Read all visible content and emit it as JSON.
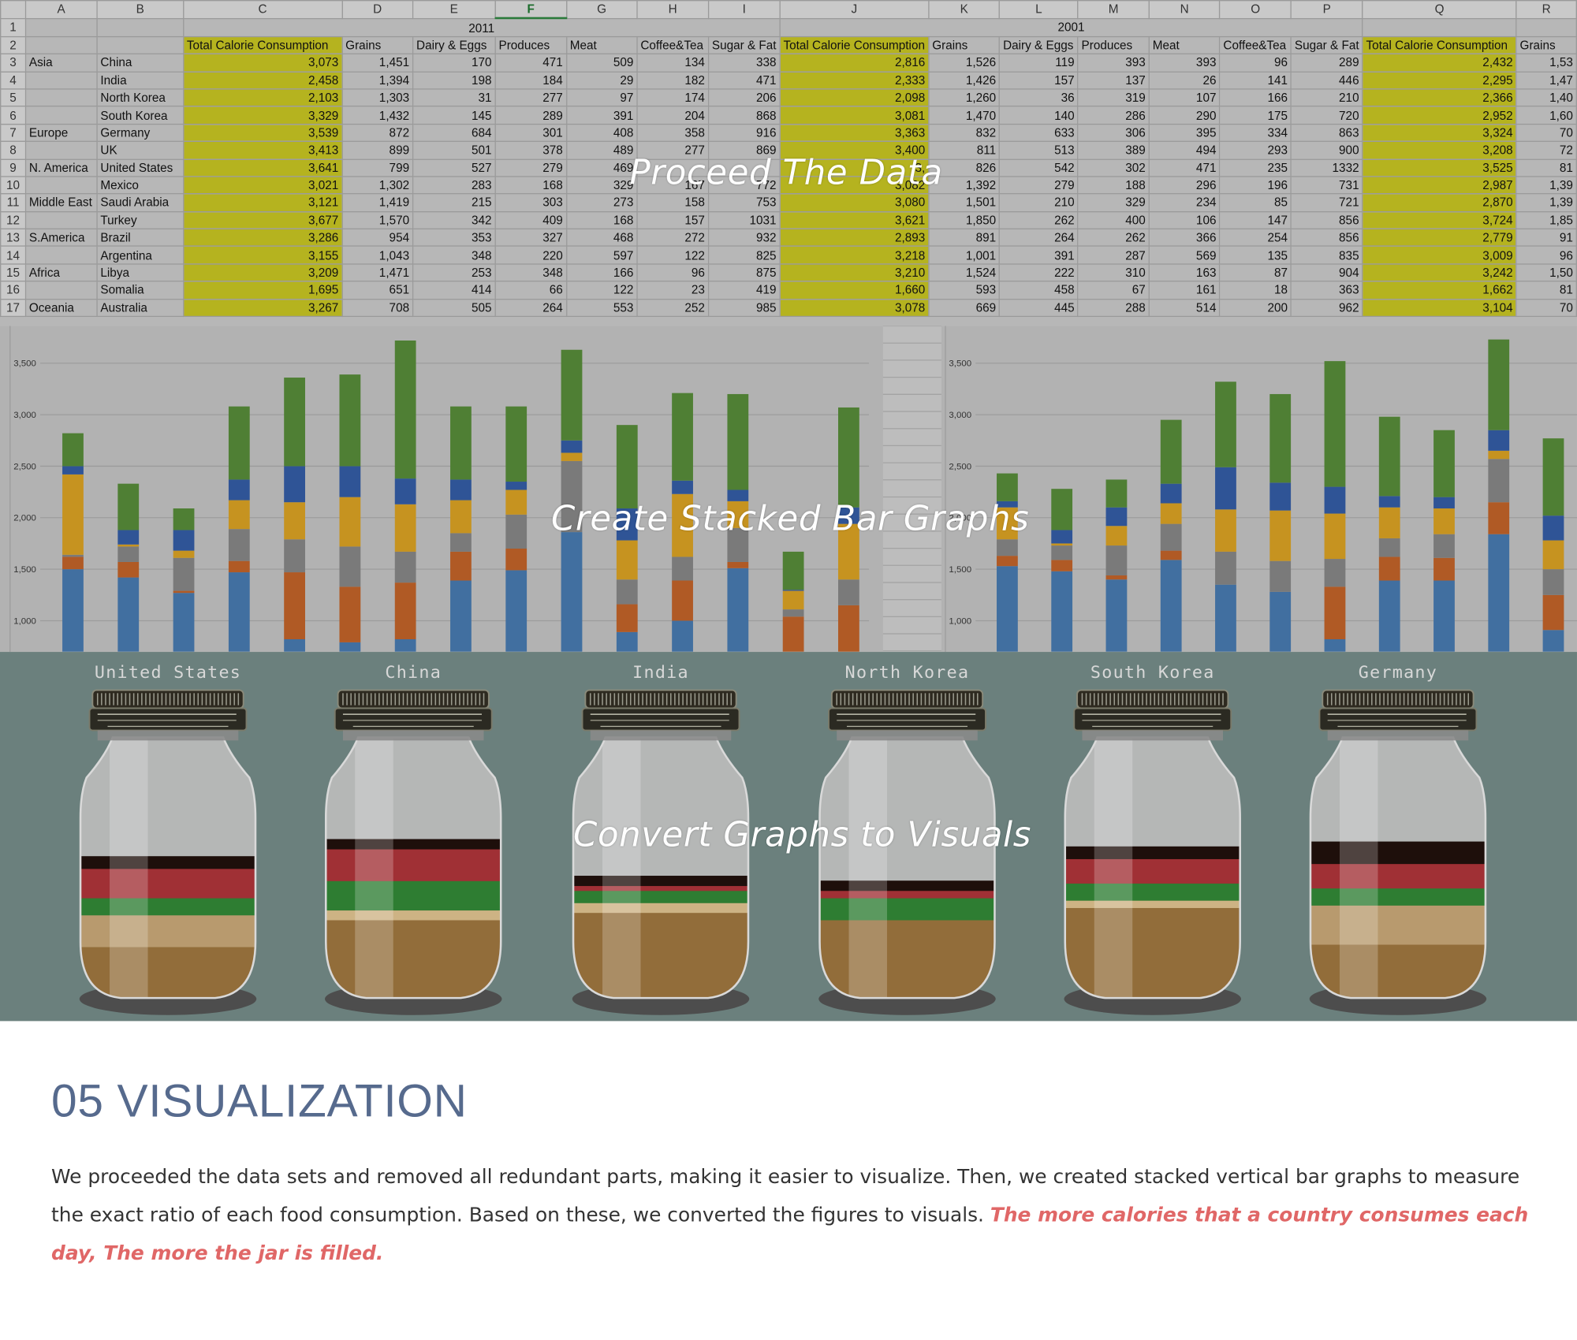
{
  "spreadsheet": {
    "columns": [
      "",
      "A",
      "B",
      "C",
      "D",
      "E",
      "F",
      "G",
      "H",
      "I",
      "J",
      "K",
      "L",
      "M",
      "N",
      "O",
      "P",
      "Q",
      "R"
    ],
    "active_column": "F",
    "years": [
      "2011",
      "2001"
    ],
    "header_cols": [
      "Total Calorie Consumption",
      "Grains",
      "Dairy & Eggs",
      "Produces",
      "Meat",
      "Coffee&Tea",
      "Sugar & Fat",
      "Total Calorie Consumption",
      "Grains",
      "Dairy & Eggs",
      "Produces",
      "Meat",
      "Coffee&Tea",
      "Sugar & Fat",
      "Total Calorie Consumption",
      "Grains"
    ],
    "rows": [
      {
        "n": "3",
        "region": "Asia",
        "country": "China",
        "v": [
          "3,073",
          "1,451",
          "170",
          "471",
          "509",
          "134",
          "338",
          "2,816",
          "1,526",
          "119",
          "393",
          "393",
          "96",
          "289",
          "2,432",
          "1,53"
        ]
      },
      {
        "n": "4",
        "region": "",
        "country": "India",
        "v": [
          "2,458",
          "1,394",
          "198",
          "184",
          "29",
          "182",
          "471",
          "2,333",
          "1,426",
          "157",
          "137",
          "26",
          "141",
          "446",
          "2,295",
          "1,47"
        ]
      },
      {
        "n": "5",
        "region": "",
        "country": "North Korea",
        "v": [
          "2,103",
          "1,303",
          "31",
          "277",
          "97",
          "174",
          "206",
          "2,098",
          "1,260",
          "36",
          "319",
          "107",
          "166",
          "210",
          "2,366",
          "1,40"
        ]
      },
      {
        "n": "6",
        "region": "",
        "country": "South Korea",
        "v": [
          "3,329",
          "1,432",
          "145",
          "289",
          "391",
          "204",
          "868",
          "3,081",
          "1,470",
          "140",
          "286",
          "290",
          "175",
          "720",
          "2,952",
          "1,60"
        ]
      },
      {
        "n": "7",
        "region": "Europe",
        "country": "Germany",
        "v": [
          "3,539",
          "872",
          "684",
          "301",
          "408",
          "358",
          "916",
          "3,363",
          "832",
          "633",
          "306",
          "395",
          "334",
          "863",
          "3,324",
          "70"
        ]
      },
      {
        "n": "8",
        "region": "",
        "country": "UK",
        "v": [
          "3,413",
          "899",
          "501",
          "378",
          "489",
          "277",
          "869",
          "3,400",
          "811",
          "513",
          "389",
          "494",
          "293",
          "900",
          "3,208",
          "72"
        ]
      },
      {
        "n": "9",
        "region": "N. America",
        "country": "United States",
        "v": [
          "3,641",
          "799",
          "527",
          "279",
          "469",
          "",
          "",
          "3,",
          "826",
          "542",
          "302",
          "471",
          "235",
          "1332",
          "3,525",
          "81"
        ]
      },
      {
        "n": "10",
        "region": "",
        "country": "Mexico",
        "v": [
          "3,021",
          "1,302",
          "283",
          "168",
          "329",
          "167",
          "772",
          "3,082",
          "1,392",
          "279",
          "188",
          "296",
          "196",
          "731",
          "2,987",
          "1,39"
        ]
      },
      {
        "n": "11",
        "region": "Middle East",
        "country": "Saudi Arabia",
        "v": [
          "3,121",
          "1,419",
          "215",
          "303",
          "273",
          "158",
          "753",
          "3,080",
          "1,501",
          "210",
          "329",
          "234",
          "85",
          "721",
          "2,870",
          "1,39"
        ]
      },
      {
        "n": "12",
        "region": "",
        "country": "Turkey",
        "v": [
          "3,677",
          "1,570",
          "342",
          "409",
          "168",
          "157",
          "1031",
          "3,621",
          "1,850",
          "262",
          "400",
          "106",
          "147",
          "856",
          "3,724",
          "1,85"
        ]
      },
      {
        "n": "13",
        "region": "S.America",
        "country": "Brazil",
        "v": [
          "3,286",
          "954",
          "353",
          "327",
          "468",
          "272",
          "932",
          "2,893",
          "891",
          "264",
          "262",
          "366",
          "254",
          "856",
          "2,779",
          "91"
        ]
      },
      {
        "n": "14",
        "region": "",
        "country": "Argentina",
        "v": [
          "3,155",
          "1,043",
          "348",
          "220",
          "597",
          "122",
          "825",
          "3,218",
          "1,001",
          "391",
          "287",
          "569",
          "135",
          "835",
          "3,009",
          "96"
        ]
      },
      {
        "n": "15",
        "region": "Africa",
        "country": "Libya",
        "v": [
          "3,209",
          "1,471",
          "253",
          "348",
          "166",
          "96",
          "875",
          "3,210",
          "1,524",
          "222",
          "310",
          "163",
          "87",
          "904",
          "3,242",
          "1,50"
        ]
      },
      {
        "n": "16",
        "region": "",
        "country": "Somalia",
        "v": [
          "1,695",
          "651",
          "414",
          "66",
          "122",
          "23",
          "419",
          "1,660",
          "593",
          "458",
          "67",
          "161",
          "18",
          "363",
          "1,662",
          "81"
        ]
      },
      {
        "n": "17",
        "region": "Oceania",
        "country": "Australia",
        "v": [
          "3,267",
          "708",
          "505",
          "264",
          "553",
          "252",
          "985",
          "3,078",
          "669",
          "445",
          "288",
          "514",
          "200",
          "962",
          "3,104",
          "70"
        ]
      }
    ]
  },
  "overlays": {
    "proceed": "Proceed The Data",
    "stacked": "Create Stacked Bar Graphs",
    "convert": "Convert Graphs to Visuals"
  },
  "chart_data": [
    {
      "type": "bar",
      "stacked": true,
      "ylim": [
        750,
        3800
      ],
      "yticks": [
        "1,000",
        "1,500",
        "2,000",
        "2,500",
        "3,000",
        "3,500"
      ],
      "grid": true,
      "colors": [
        "#416fa0",
        "#b05a25",
        "#7a7a7a",
        "#c69320",
        "#2f5496",
        "#4f7f34"
      ],
      "stacks": [
        [
          1500,
          1620,
          1640,
          2420,
          2500,
          2820
        ],
        [
          1420,
          1570,
          1720,
          1740,
          1880,
          2330
        ],
        [
          1270,
          1290,
          1610,
          1680,
          1880,
          2090
        ],
        [
          1470,
          1580,
          1890,
          2170,
          2370,
          3080
        ],
        [
          820,
          1470,
          1790,
          2150,
          2500,
          3360
        ],
        [
          790,
          1330,
          1720,
          2200,
          2500,
          3390
        ],
        [
          820,
          1370,
          1670,
          2130,
          2380,
          3720
        ],
        [
          1390,
          1670,
          1850,
          2170,
          2370,
          3080
        ],
        [
          1490,
          1700,
          2030,
          2270,
          2350,
          3080
        ],
        [
          1860,
          1860,
          2550,
          2630,
          2750,
          3630
        ],
        [
          890,
          1160,
          1400,
          1780,
          2090,
          2900
        ],
        [
          1000,
          1390,
          1620,
          2230,
          2360,
          3210
        ],
        [
          1510,
          1570,
          1900,
          2160,
          2270,
          3200
        ],
        [
          580,
          1040,
          1110,
          1290,
          1300,
          1670
        ],
        [
          690,
          1150,
          1400,
          1940,
          2100,
          3070
        ]
      ]
    },
    {
      "type": "bar",
      "stacked": true,
      "ylim": [
        750,
        3800
      ],
      "yticks": [
        "1,000",
        "1,500",
        "2,000",
        "2,500",
        "3,000",
        "3,500"
      ],
      "grid": true,
      "colors": [
        "#416fa0",
        "#b05a25",
        "#7a7a7a",
        "#c69320",
        "#2f5496",
        "#4f7f34"
      ],
      "stacks": [
        [
          1530,
          1630,
          1790,
          2100,
          2160,
          2430
        ],
        [
          1480,
          1590,
          1730,
          1750,
          1880,
          2280
        ],
        [
          1400,
          1440,
          1730,
          1920,
          2100,
          2370
        ],
        [
          1590,
          1680,
          1940,
          2140,
          2330,
          2950
        ],
        [
          1350,
          1350,
          1670,
          2080,
          2490,
          3320
        ],
        [
          1280,
          1280,
          1580,
          2070,
          2340,
          3200
        ],
        [
          820,
          1330,
          1600,
          2040,
          2300,
          3520
        ],
        [
          1390,
          1620,
          1800,
          2100,
          2210,
          2980
        ],
        [
          1390,
          1610,
          1840,
          2090,
          2200,
          2850
        ],
        [
          1840,
          2150,
          2570,
          2650,
          2850,
          3730
        ],
        [
          910,
          1250,
          1500,
          1780,
          2020,
          2770
        ]
      ]
    }
  ],
  "jars": {
    "countries": [
      "United States",
      "China",
      "India",
      "North Korea",
      "South Korea",
      "Germany"
    ],
    "colors": {
      "sugar_fat": "#1e0f0b",
      "meat": "#a03035",
      "produces": "#2e7d32",
      "coffee_tea": "#cdb384",
      "dairy": "#b89a6e",
      "grains": "#926d3a",
      "empty": "#b9b9b9"
    }
  },
  "section": {
    "heading": "05 VISUALIZATION",
    "body": "We proceeded the data sets and removed all redundant parts, making it easier to visualize. Then, we created stacked vertical bar graphs to measure the exact ratio of each food consumption. Based on these, we converted the figures to visuals. ",
    "emphasis": "The more calories that a country consumes each day, The more the jar is filled."
  }
}
